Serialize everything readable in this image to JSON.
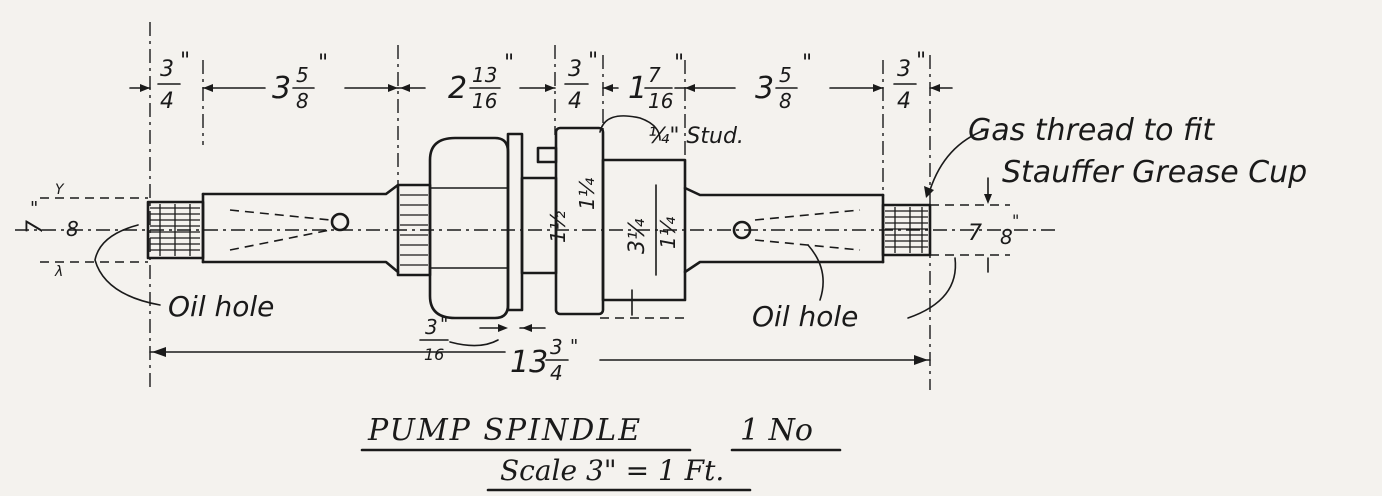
{
  "title": "PUMP SPINDLE",
  "quantity": "1 No",
  "scale": "Scale 3\" = 1 Ft.",
  "dimensions": {
    "d1": {
      "whole": "",
      "num": "3",
      "den": "4",
      "unit": "\""
    },
    "d2": {
      "whole": "3",
      "num": "5",
      "den": "8",
      "unit": "\""
    },
    "d3": {
      "whole": "2",
      "num": "13",
      "den": "16",
      "unit": "\""
    },
    "d4": {
      "whole": "",
      "num": "3",
      "den": "4",
      "unit": "\""
    },
    "d5": {
      "whole": "1",
      "num": "7",
      "den": "16",
      "unit": "\""
    },
    "d6": {
      "whole": "3",
      "num": "5",
      "den": "8",
      "unit": "\""
    },
    "d7": {
      "whole": "",
      "num": "3",
      "den": "4",
      "unit": "\""
    },
    "overall": {
      "whole": "13",
      "num": "3",
      "den": "4",
      "unit": "\""
    },
    "collar": {
      "whole": "",
      "num": "3",
      "den": "16",
      "unit": "\""
    },
    "left_dia": {
      "num": "7",
      "den": "8",
      "unit": "\""
    },
    "right_dia": {
      "num": "7",
      "den": "8",
      "unit": "\""
    },
    "center_dia_a": "1½",
    "center_dia_b": "1¼",
    "center_dia_c": "3¼",
    "center_dia_d": "1¼"
  },
  "labels": {
    "stud": "¼\" Stud.",
    "gas_thread_1": "Gas thread to fit",
    "gas_thread_2": "Stauffer Grease Cup",
    "oil_hole_left": "Oil hole",
    "oil_hole_right": "Oil hole"
  }
}
